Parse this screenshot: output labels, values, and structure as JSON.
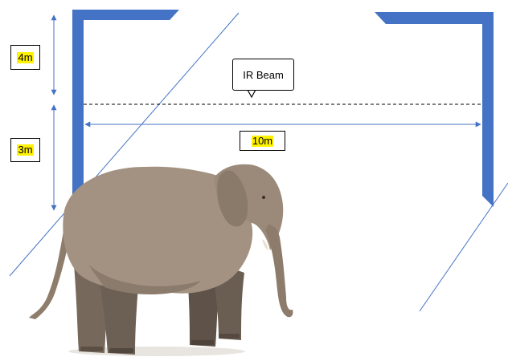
{
  "labels": {
    "top_height": "4m",
    "bottom_height": "3m",
    "width": "10m",
    "beam": "IR Beam"
  },
  "colors": {
    "post": "#4472c4",
    "line": "#4472c4",
    "highlight": "#fff200"
  },
  "images": {
    "animal": "elephant"
  }
}
